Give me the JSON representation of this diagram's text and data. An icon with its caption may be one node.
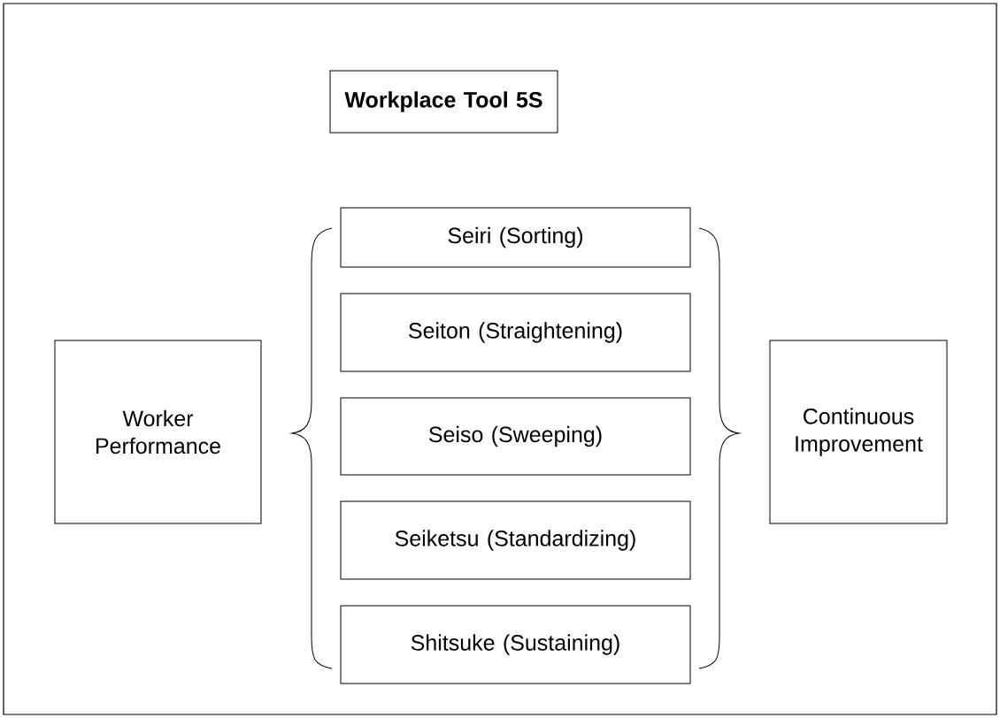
{
  "diagram": {
    "nodes": [
      {
        "text": [
          "Workplace Tool 5S"
        ]
      },
      {
        "text": [
          "Worker Performance"
        ]
      },
      {
        "text": [
          "Seiri (Sorting)"
        ]
      },
      {
        "text": [
          "Seiton (Straightening)"
        ]
      },
      {
        "text": [
          "Seiso (Sweeping)"
        ]
      },
      {
        "text": [
          "Seiketsu (Standardizing)"
        ]
      },
      {
        "text": [
          "Shitsuke (Sustaining)"
        ]
      },
      {
        "text": [
          "Continuous Improvement"
        ]
      }
    ]
  }
}
